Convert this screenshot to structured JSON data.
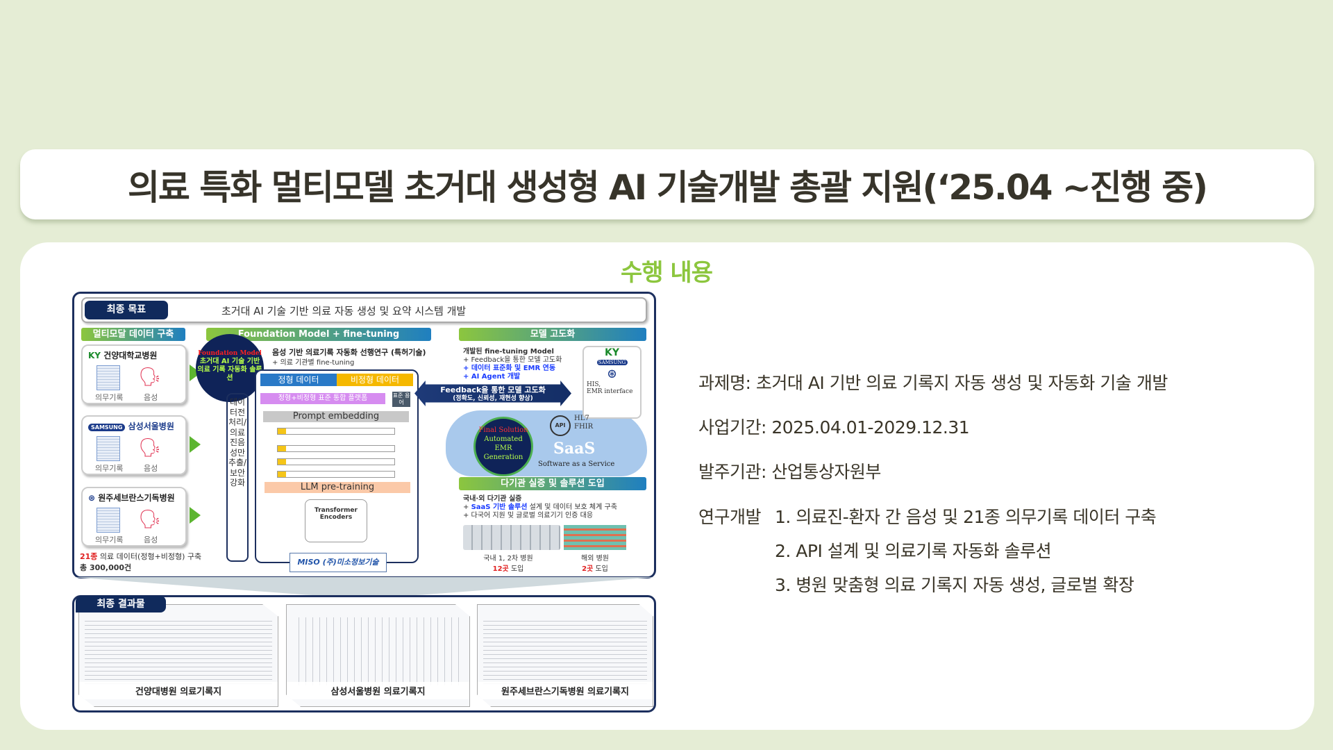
{
  "title": "의료 특화 멀티모델 초거대 생성형 AI 기술개발 총괄 지원(‘25.04 ~진행 중)",
  "section_title": "수행 내용",
  "diagram": {
    "goal_label": "최종 목표",
    "goal_text": "초거대 AI 기술 기반 의료 자동 생성 및 요약 시스템 개발",
    "headers": {
      "data": "멀티모달 데이터 구축",
      "foundation": "Foundation Model + fine-tuning",
      "advance": "모델 고도화",
      "deploy": "다기관 실증 및 솔루션 도입"
    },
    "hospitals": [
      {
        "logo": "KY",
        "name": "건양대학교병원",
        "doc": "의무기록",
        "voice": "음성"
      },
      {
        "logo": "SAMSUNG",
        "name": "삼성서울병원",
        "doc": "의무기록",
        "voice": "음성"
      },
      {
        "logo": "",
        "name": "원주세브란스기독병원",
        "doc": "의무기록",
        "voice": "음성"
      }
    ],
    "data_summary_count": "21종",
    "data_summary_text": " 의료 데이터(정형+비정형) 구축",
    "data_summary_total": "총 300,000건",
    "fm_circle": {
      "line1": "Foundation Model",
      "line2": "초거대 AI 기술 기반 의료 기록 자동화 솔루션"
    },
    "preprocess": "데이터전처리/의료진음성만추출/보안강화",
    "research_title": "음성 기반 의료기록 자동화 선행연구 (특허기술)",
    "research_sub": "+ 의료 기관별 fine-tuning",
    "structured": "정형 데이터",
    "unstructured": "비정형 데이터",
    "platform": "정형+비정형 표준 통합 플랫폼",
    "std_terms": "표준 용어",
    "prompt_embedding": "Prompt embedding",
    "llm_pretraining": "LLM pre-training",
    "transformer": "Transformer Encoders",
    "miso": "MISO (주)미소정보기술",
    "feedback_title": "Feedback을 통한 모델 고도화",
    "feedback_sub": "(정확도, 신뢰성, 재현성 향상)",
    "advance_title": "개발된 fine-tuning Model",
    "advance_items": [
      "+ Feedback을 통한 모델 고도화",
      "+ 데이터 표준화 및 EMR 연동",
      "+ AI Agent 개발"
    ],
    "logos_ky": "KY",
    "logos_samsung": "SAMSUNG",
    "his": "HIS,",
    "emr_interface": "EMR interface",
    "hl7": "HL7",
    "fhir": "FHIR",
    "api": "API",
    "final_solution": "Final Solution",
    "automated": "Automated EMR Generation",
    "saas": "SaaS",
    "saas_sub": "Software as a Service",
    "deploy_title": "국내·외 다기관 실증",
    "deploy_item1_hl": "SaaS 기반 솔루션",
    "deploy_item1": " 설계 및 데이터 보호 체계 구축",
    "deploy_item2": "+ 다국어 지원 및 글로벌 의료기기 인증 대응",
    "domestic_label": "국내 1, 2차 병원",
    "domestic_count": "12곳",
    "overseas_label": "해외 병원",
    "overseas_count": "2곳",
    "intro": " 도입"
  },
  "results": {
    "label": "최종 결과물",
    "items": [
      "건양대병원 의료기록지",
      "삼성서울병원 의료기록지",
      "원주세브란스기독병원 의료기록지"
    ]
  },
  "info": {
    "project": "과제명: 초거대 AI 기반 의료 기록지 자동 생성 및 자동화 기술 개발",
    "period": "사업기간: 2025.04.01-2029.12.31",
    "agency": "발주기관: 산업통상자원부",
    "rd_label": "연구개발",
    "rd_items": [
      "1.  의료진-환자 간 음성 및 21종 의무기록 데이터 구축",
      "2.  API 설계 및 의료기록 자동화 솔루션",
      "3.  병원 맞춤형 의료 기록지 자동 생성, 글로벌 확장"
    ]
  }
}
